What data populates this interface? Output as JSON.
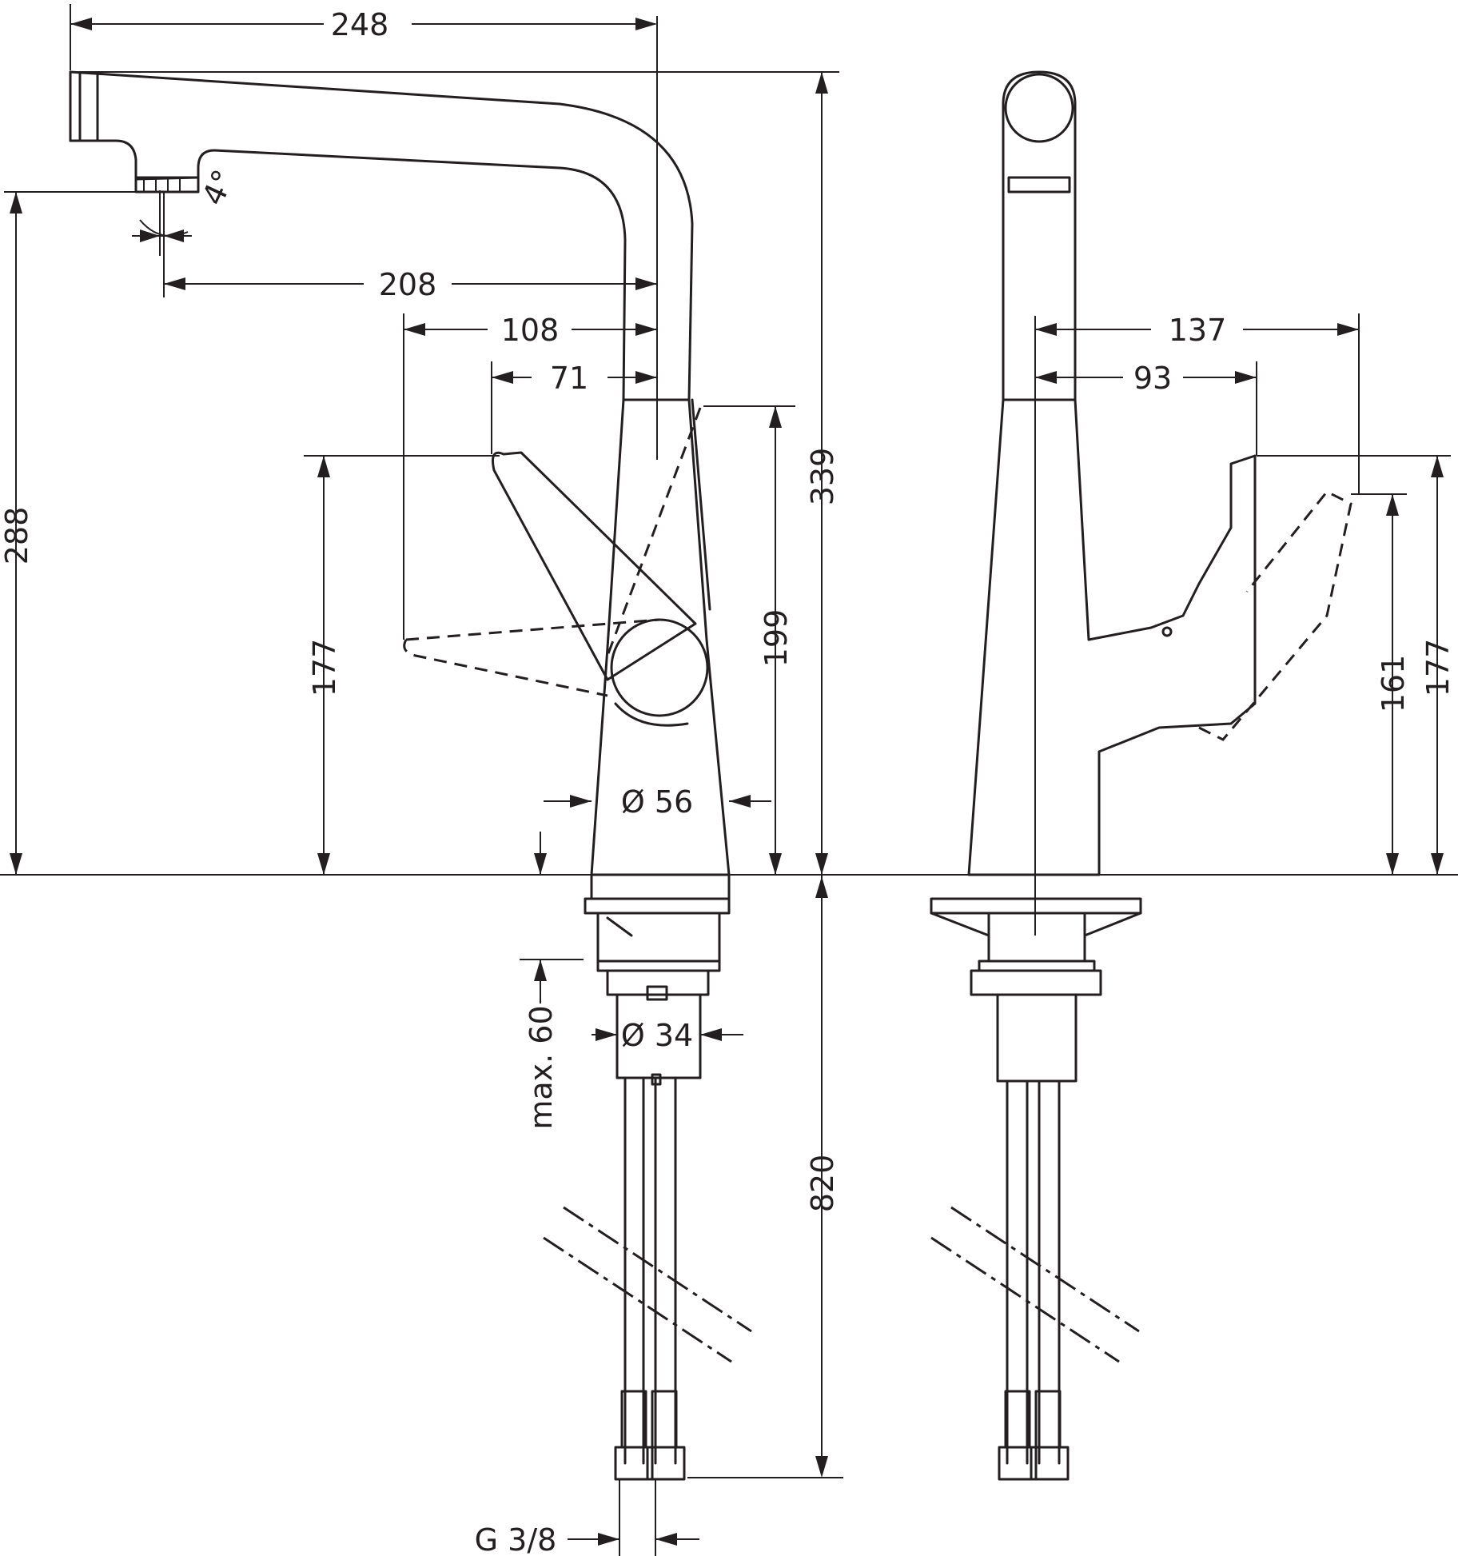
{
  "dimensions": {
    "spout_reach": "248",
    "outlet_to_axis": "208",
    "lever_reach": "108",
    "lever_offset": "71",
    "spout_angle": "4°",
    "outlet_height": "288",
    "lever_height_front": "177",
    "lever_pivot_height": "199",
    "total_height": "339",
    "body_diameter": "Ø 56",
    "shank_diameter": "Ø 34",
    "max_countertop": "max. 60",
    "hose_length": "820",
    "connection_thread": "G 3/8",
    "side_reach_total": "137",
    "side_reach_lever": "93",
    "side_lever_height": "161",
    "side_lever_top": "177"
  }
}
